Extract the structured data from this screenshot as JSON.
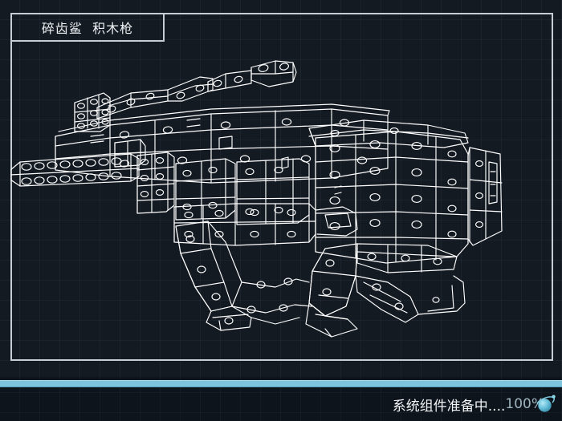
{
  "app": {
    "background_color": "#141a22",
    "grid_color": "#1e2630",
    "frame_color": "#c8cdd4",
    "accent_color": "#7ec4dd"
  },
  "title_block": {
    "label": "碎齿鲨  积木枪",
    "name_part": "碎齿鲨",
    "type_part": "积木枪"
  },
  "drawing": {
    "name": "blueprint-line-art",
    "description": "白色线框 CAD 视图 — 积木枪",
    "line_color": "#ffffff",
    "style": "wireframe"
  },
  "progress": {
    "value": 100,
    "max": 100,
    "percent_label": "100%",
    "fill_color": "#7ec4dd"
  },
  "status_bar": {
    "message": "系统组件准备中....",
    "percent": "100%",
    "spinner_icon": "planet-loading-icon",
    "spinner_color": "#6fc4de"
  }
}
